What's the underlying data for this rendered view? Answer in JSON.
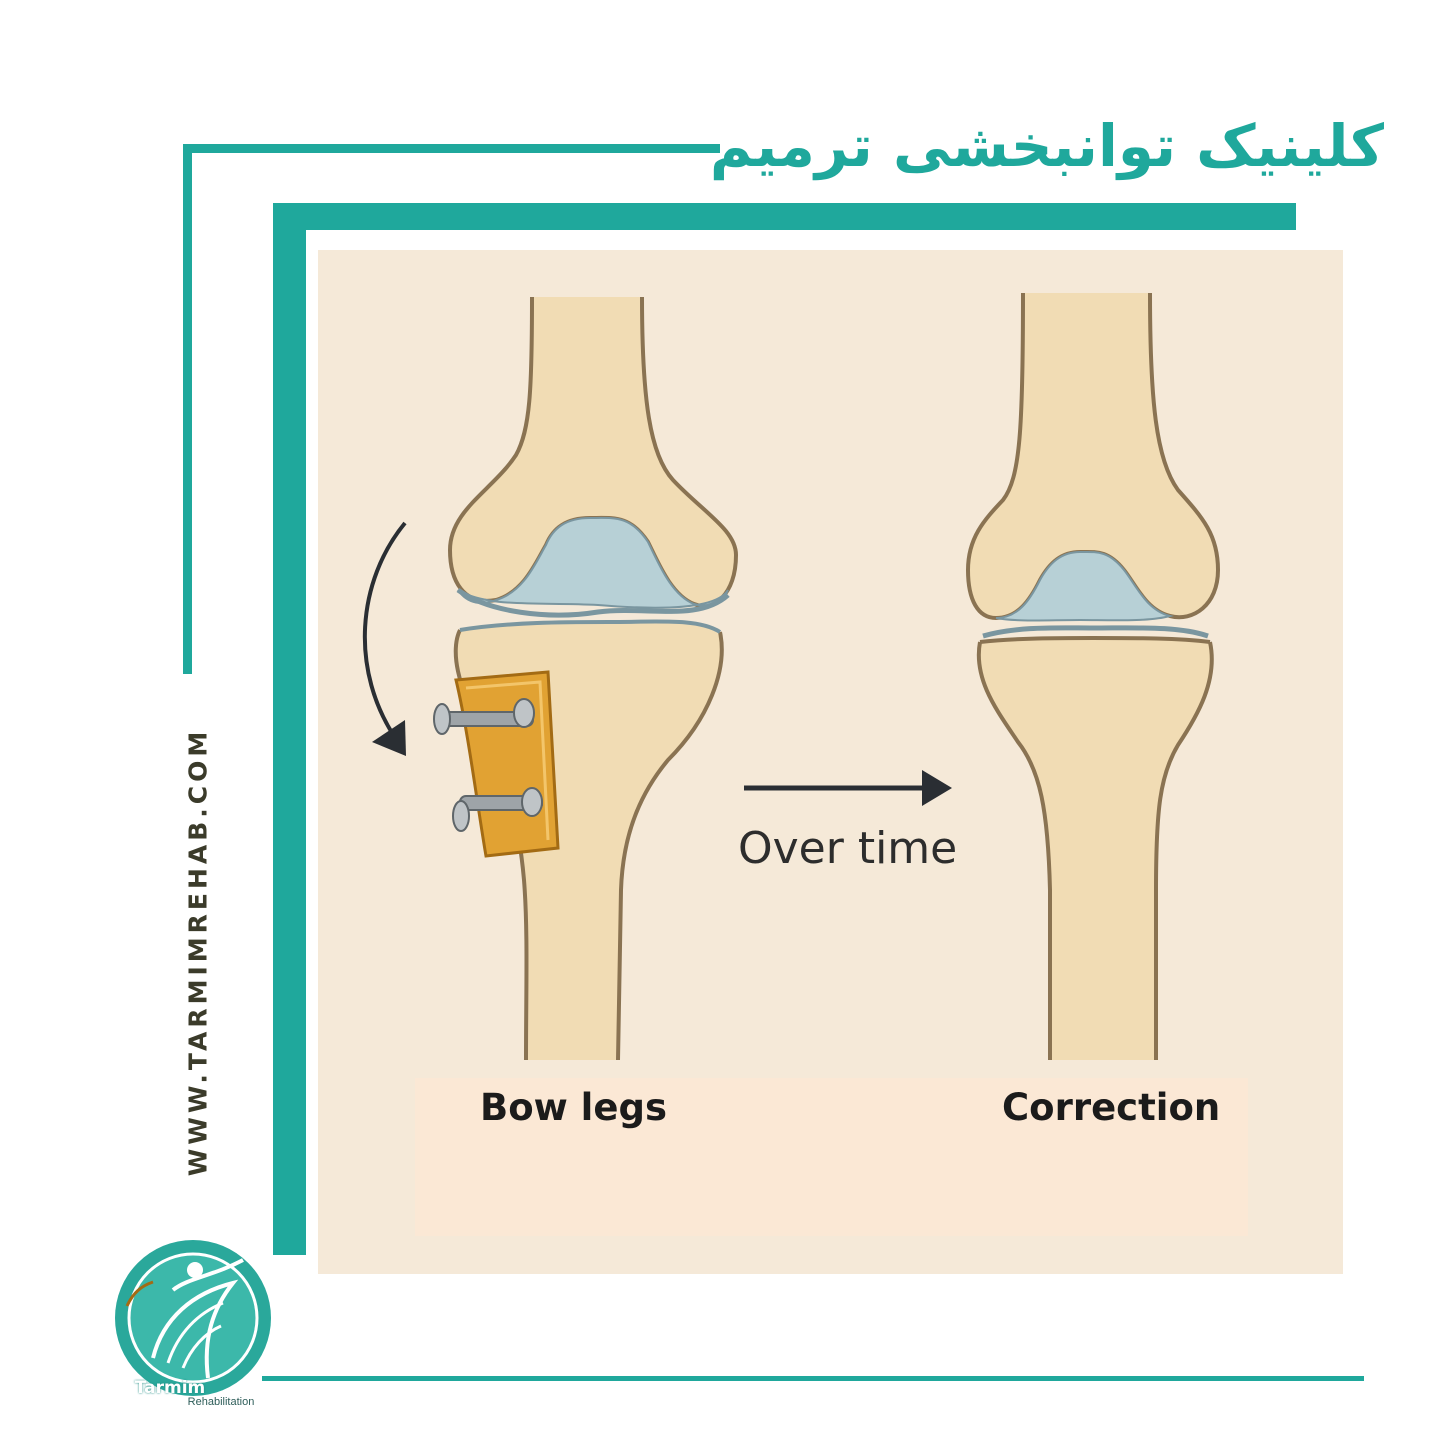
{
  "header": {
    "title": "کلینیک توانبخشی ترمیم",
    "website": "WWW.TARMIMREHAB.COM"
  },
  "diagram": {
    "left_label": "Bow legs",
    "right_label": "Correction",
    "arrow_label": "Over time"
  },
  "logo": {
    "name": "Tarmim",
    "subtitle": "Rehabilitation"
  },
  "colors": {
    "accent": "#1fa89c",
    "panel_background": "#f5e9d8",
    "bone_fill": "#f1dcb4",
    "bone_outline": "#8a7352",
    "cartilage": "#b7d0d6",
    "plate": "#e1a233",
    "screw": "#9ea4a8"
  },
  "icons": [
    "curved-arrow-icon",
    "right-arrow-icon",
    "bone-plate-icon",
    "screw-icon",
    "tarmim-logo-icon"
  ]
}
